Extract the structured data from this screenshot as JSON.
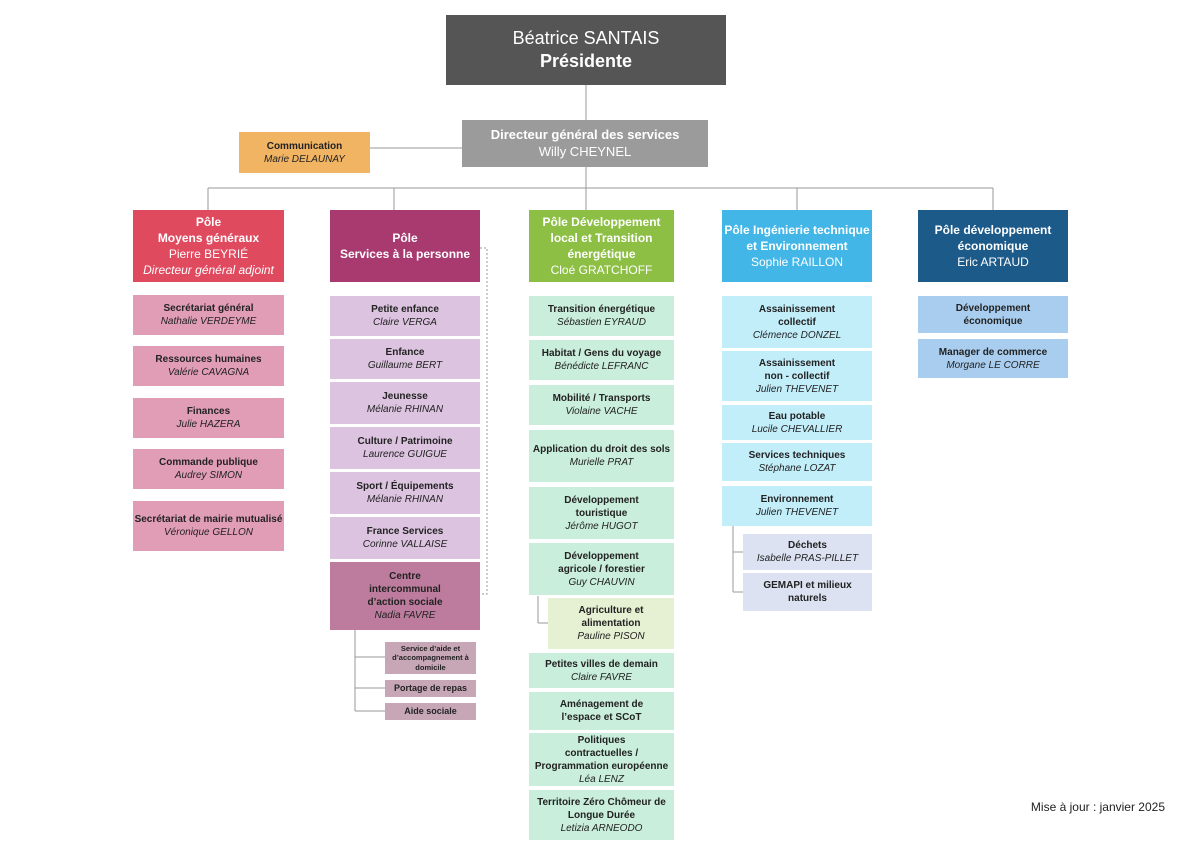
{
  "president": {
    "name": "Béatrice SANTAIS",
    "title": "Présidente"
  },
  "communication": {
    "title": "Communication",
    "person": "Marie DELAUNAY"
  },
  "dgs": {
    "title": "Directeur général des services",
    "person": "Willy CHEYNEL"
  },
  "poles": [
    {
      "lines": [
        "Pôle",
        "Moyens généraux"
      ],
      "person": "Pierre BEYRIÉ",
      "role": "Directeur général adjoint",
      "color": "#e04a5f",
      "services": [
        {
          "title": "Secrétariat général",
          "person": "Nathalie VERDEYME"
        },
        {
          "title": "Ressources humaines",
          "person": "Valérie CAVAGNA"
        },
        {
          "title": "Finances",
          "person": "Julie HAZERA"
        },
        {
          "title": "Commande publique",
          "person": "Audrey SIMON"
        },
        {
          "title": "Secrétariat de mairie mutualisé",
          "person": "Véronique GELLON"
        }
      ]
    },
    {
      "lines": [
        "Pôle",
        "Services à la personne"
      ],
      "person": "",
      "color": "#a93a6f",
      "services": [
        {
          "title": "Petite enfance",
          "person": "Claire VERGA"
        },
        {
          "title": "Enfance",
          "person": "Guillaume BERT"
        },
        {
          "title": "Jeunesse",
          "person": "Mélanie RHINAN"
        },
        {
          "title": "Culture / Patrimoine",
          "person": "Laurence GUIGUE"
        },
        {
          "title": "Sport / Équipements",
          "person": "Mélanie RHINAN"
        },
        {
          "title": "France Services",
          "person": "Corinne VALLAISE"
        },
        {
          "lines": [
            "Centre",
            "intercommunal",
            "d’action sociale"
          ],
          "person": "Nadia FAVRE"
        }
      ],
      "sub": [
        {
          "lines": [
            "Service d’aide et",
            "d’accompagnement à",
            "domicile"
          ]
        },
        {
          "title": "Portage de repas"
        },
        {
          "title": "Aide sociale"
        }
      ]
    },
    {
      "lines": [
        "Pôle Développement",
        "local et Transition",
        "énergétique"
      ],
      "person": "Cloé GRATCHOFF",
      "color": "#8cbf44",
      "services": [
        {
          "title": "Transition énergétique",
          "person": "Sébastien EYRAUD"
        },
        {
          "title": "Habitat / Gens du voyage",
          "person": "Bénédicte LEFRANC"
        },
        {
          "title": "Mobilité / Transports",
          "person": "Violaine VACHE"
        },
        {
          "title": "Application du droit des sols",
          "person": "Murielle PRAT"
        },
        {
          "lines": [
            "Développement",
            "touristique"
          ],
          "person": "Jérôme HUGOT"
        },
        {
          "lines": [
            "Développement",
            "agricole / forestier"
          ],
          "person": "Guy CHAUVIN"
        },
        {
          "lines": [
            "Agriculture et",
            "alimentation"
          ],
          "person": "Pauline PISON"
        },
        {
          "title": "Petites villes de demain",
          "person": "Claire FAVRE"
        },
        {
          "lines": [
            "Aménagement de",
            "l’espace et SCoT"
          ],
          "person": ""
        },
        {
          "lines": [
            "Politiques",
            "contractuelles /",
            "Programmation européenne"
          ],
          "person": "Léa LENZ"
        },
        {
          "lines": [
            "Territoire Zéro Chômeur de",
            "Longue Durée"
          ],
          "person": "Letizia ARNEODO"
        }
      ]
    },
    {
      "lines": [
        "Pôle Ingénierie technique",
        "et Environnement"
      ],
      "person": "Sophie RAILLON",
      "color": "#42b6e6",
      "services": [
        {
          "lines": [
            "Assainissement",
            "collectif"
          ],
          "person": "Clémence DONZEL"
        },
        {
          "lines": [
            "Assainissement",
            "non - collectif"
          ],
          "person": "Julien THEVENET"
        },
        {
          "title": "Eau potable",
          "person": "Lucile CHEVALLIER"
        },
        {
          "title": "Services techniques",
          "person": "Stéphane LOZAT"
        },
        {
          "title": "Environnement",
          "person": "Julien THEVENET"
        },
        {
          "title": "Déchets",
          "person": "Isabelle PRAS-PILLET"
        },
        {
          "lines": [
            "GEMAPI et milieux",
            "naturels"
          ],
          "person": ""
        }
      ]
    },
    {
      "lines": [
        "Pôle développement",
        "économique"
      ],
      "person": "Eric ARTAUD",
      "color": "#1c5a8a",
      "services": [
        {
          "lines": [
            "Développement",
            "économique"
          ],
          "person": ""
        },
        {
          "title": "Manager de commerce",
          "person": "Morgane LE CORRE"
        }
      ]
    }
  ],
  "footer": "Mise à jour : janvier 2025",
  "colors": {
    "president": "#555555",
    "dgs": "#9b9b9b",
    "communication": "#f0b463",
    "p1_service": "#e19db5",
    "p2_service": "#dcc3e0",
    "p2_ccas": "#bd7c9e",
    "p2_sub": "#c7a7b6",
    "p3_service": "#c9eedb",
    "p3_agri": "#e6f0d3",
    "p4_service": "#c2eefa",
    "p4_sub": "#dde2f2",
    "p5_service": "#a9cdee",
    "line": "#999999"
  }
}
